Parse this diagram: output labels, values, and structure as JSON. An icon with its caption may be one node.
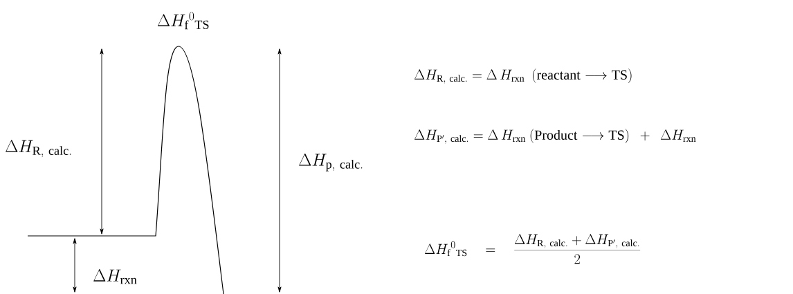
{
  "diagram": {
    "labels": [
      "\\Delta H_{\\mathrm{f}}{}^{0}{}_{\\mathrm{TS}}",
      "\\Delta H_{\\mathrm{R,\\ calc.}} = \\Delta\\, H_{\\mathrm{rxn}}\\ \\ (\\mathrm{reactant} \\longrightarrow \\mathrm{TS})",
      "\\Delta H_{\\mathrm{R,\\ calc.}}",
      "\\Delta H_{\\mathrm{p,\\ calc.}}",
      "\\Delta H_{\\mathrm{P',\\ calc.}} = \\Delta\\, H_{\\mathrm{rxn}}\\ (\\mathrm{Product} \\longrightarrow \\mathrm{TS})\\ \\ +\\ \\ \\Delta H_{\\mathrm{rxn}}",
      "\\Delta H_{\\mathrm{f}}{}^{0}{}_{\\mathrm{TS}} \\quad = \\quad \\frac{\\Delta H_{\\mathrm{R,\\ calc.}} + \\Delta H_{\\mathrm{P',\\ calc.}}}{2}",
      "\\Delta H_{\\mathrm{rxn}}"
    ]
  }
}
